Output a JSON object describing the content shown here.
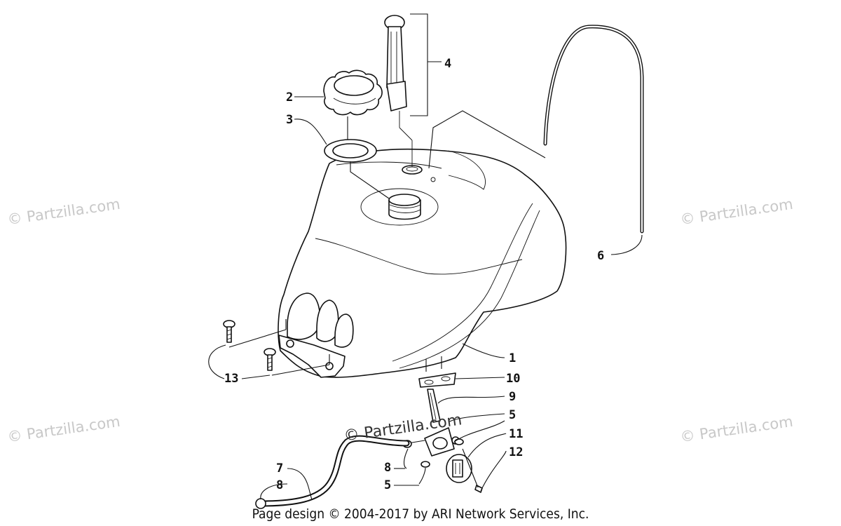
{
  "watermark": "© Partzilla.com",
  "footer": "Page design © 2004-2017 by ARI Network Services, Inc.",
  "callouts": {
    "c1": "1",
    "c2": "2",
    "c3": "3",
    "c4": "4",
    "c5a": "5",
    "c5b": "5",
    "c6": "6",
    "c7": "7",
    "c8a": "8",
    "c8b": "8",
    "c9": "9",
    "c10": "10",
    "c11": "11",
    "c12": "12",
    "c13": "13"
  }
}
